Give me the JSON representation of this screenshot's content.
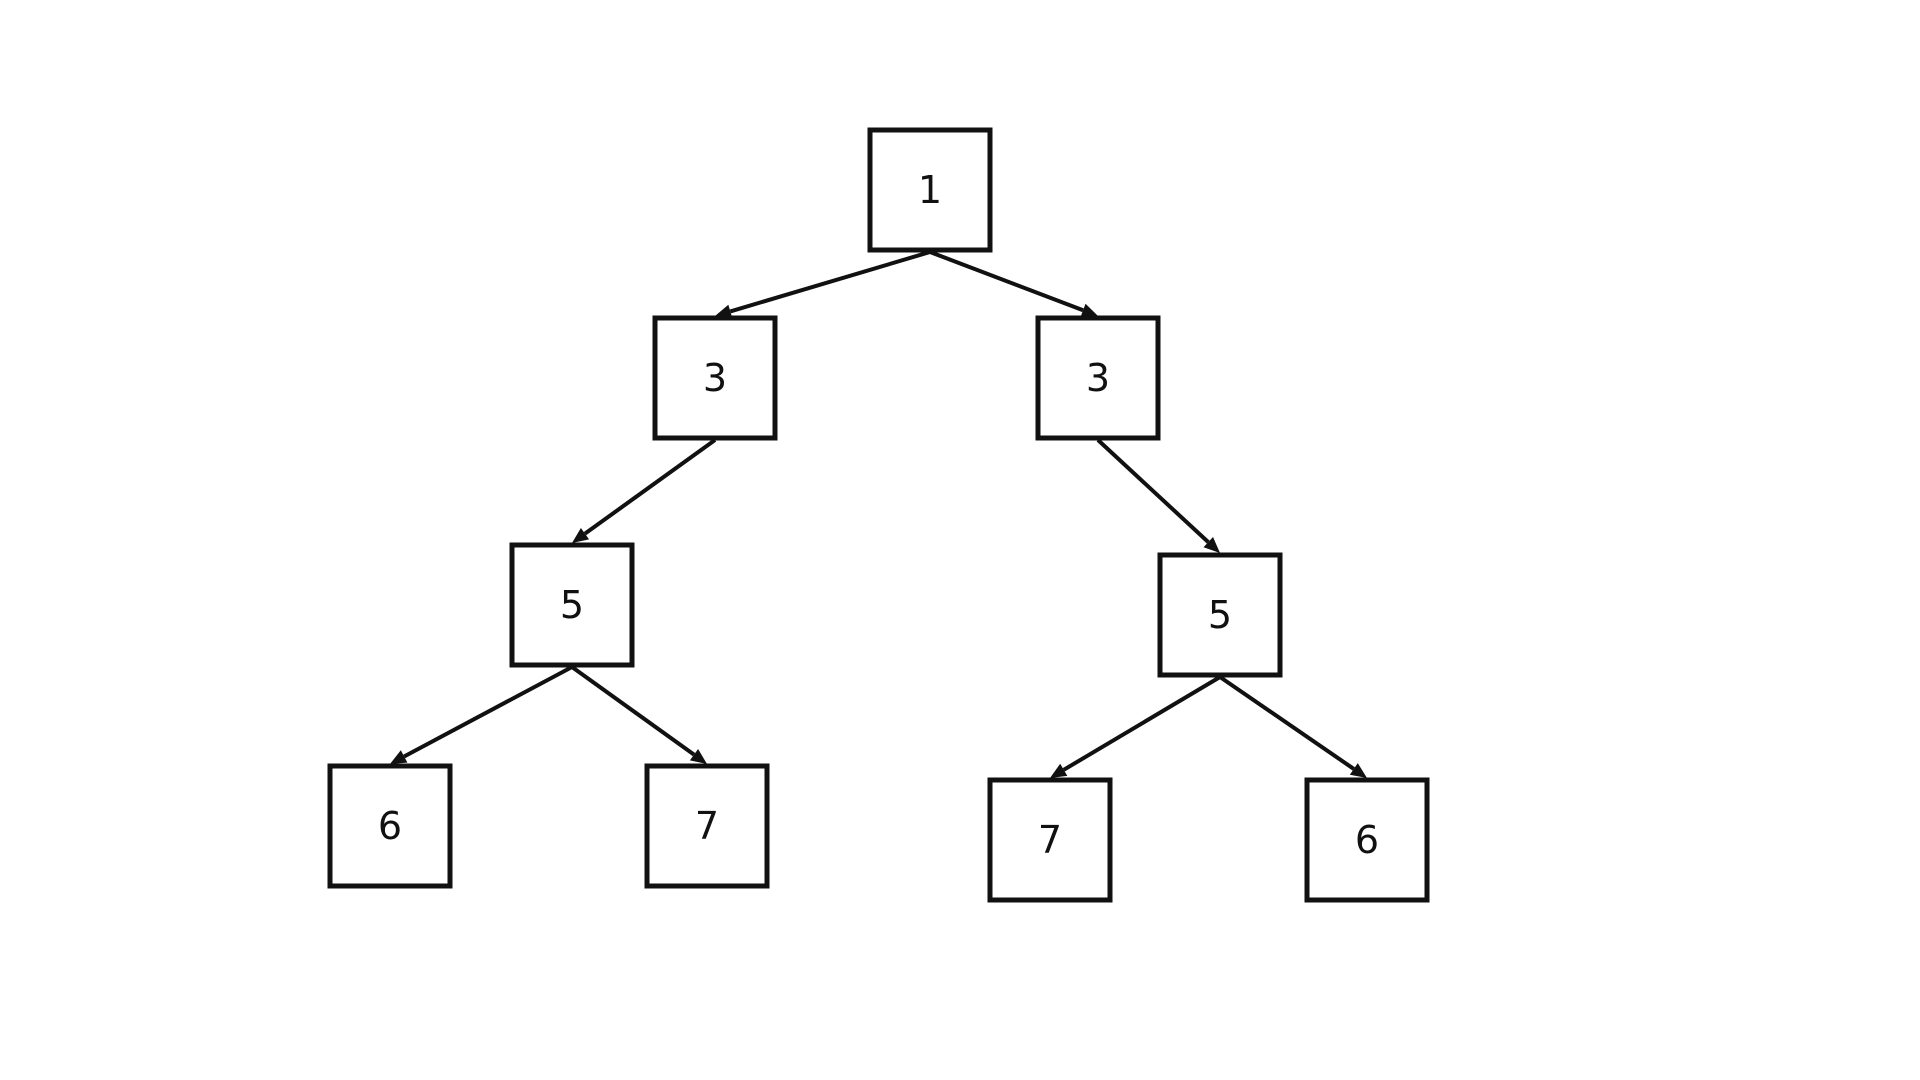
{
  "diagram": {
    "type": "binary-tree",
    "nodes": [
      {
        "id": "n1",
        "label": "1"
      },
      {
        "id": "n2",
        "label": "3"
      },
      {
        "id": "n3",
        "label": "3"
      },
      {
        "id": "n4",
        "label": "5"
      },
      {
        "id": "n5",
        "label": "5"
      },
      {
        "id": "n6",
        "label": "6"
      },
      {
        "id": "n7",
        "label": "7"
      },
      {
        "id": "n8",
        "label": "7"
      },
      {
        "id": "n9",
        "label": "6"
      }
    ],
    "edges": [
      {
        "from": "n1",
        "to": "n2"
      },
      {
        "from": "n1",
        "to": "n3"
      },
      {
        "from": "n2",
        "to": "n4"
      },
      {
        "from": "n3",
        "to": "n5"
      },
      {
        "from": "n4",
        "to": "n6"
      },
      {
        "from": "n4",
        "to": "n7"
      },
      {
        "from": "n5",
        "to": "n8"
      },
      {
        "from": "n5",
        "to": "n9"
      }
    ],
    "colors": {
      "stroke": "#111111",
      "background": "#ffffff"
    }
  }
}
